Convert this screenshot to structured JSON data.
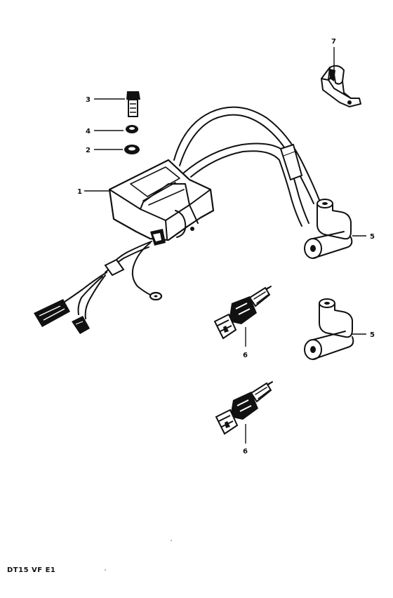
{
  "diagram": {
    "callouts": {
      "c1": "1",
      "c2": "2",
      "c3": "3",
      "c4": "4",
      "c5a": "5",
      "c5b": "5",
      "c6a": "6",
      "c6b": "6",
      "c7": "7"
    },
    "footer_code": "DT15 VF E1"
  }
}
